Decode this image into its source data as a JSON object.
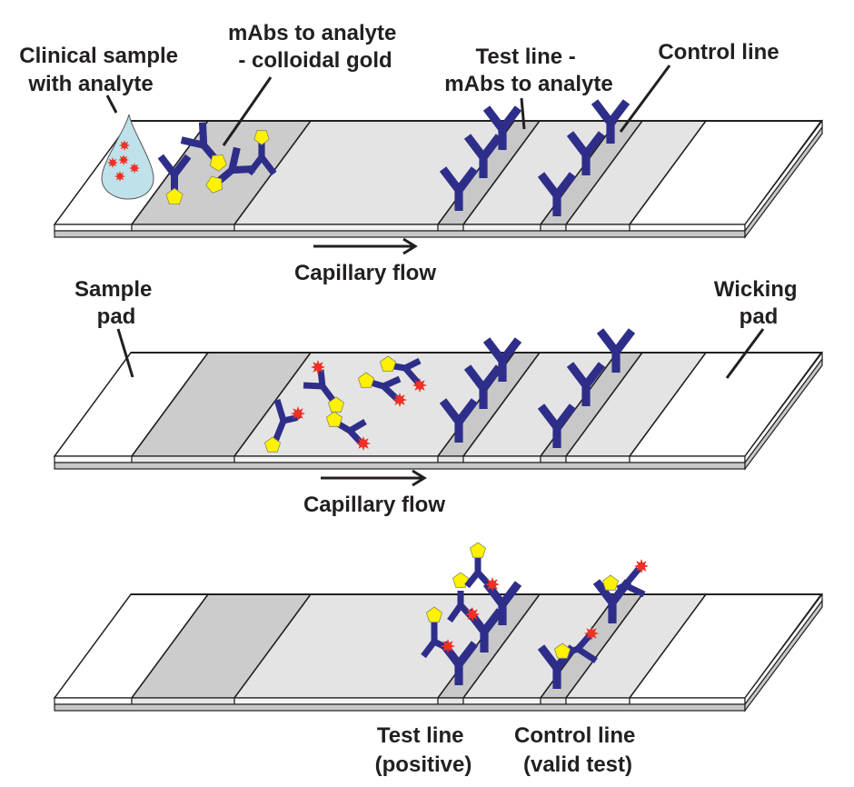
{
  "title": "Lateral flow immunoassay diagram",
  "colors": {
    "sample_pad": "#ffffff",
    "conjugate_pad": "#cccccc",
    "membrane": "#e4e4e4",
    "line_zone": "#c8c8c8",
    "wicking_pad": "#ffffff",
    "backing": "#c8c8c8",
    "outline": "#231f20",
    "antibody": "#2e2e8a",
    "gold": "#fff200",
    "analyte": "#ee3124",
    "droplet": "#bfe1ea"
  },
  "labels": {
    "clinical_sample": [
      "Clinical sample",
      "with analyte"
    ],
    "mabs_gold": [
      "mAbs to analyte",
      "- colloidal gold"
    ],
    "test_line_top": [
      "Test line -",
      "mAbs to analyte"
    ],
    "control_line_top": "Control line",
    "capillary_flow_1": "Capillary flow",
    "sample_pad": [
      "Sample",
      "pad"
    ],
    "wicking_pad": [
      "Wicking",
      "pad"
    ],
    "capillary_flow_2": "Capillary flow",
    "test_line_positive": [
      "Test line",
      "(positive)"
    ],
    "control_line_valid": [
      "Control line",
      "(valid test)"
    ]
  },
  "panels": [
    {
      "name": "before-sample",
      "stage": 1
    },
    {
      "name": "sample-flowing",
      "stage": 2
    },
    {
      "name": "result-positive",
      "stage": 3
    }
  ]
}
